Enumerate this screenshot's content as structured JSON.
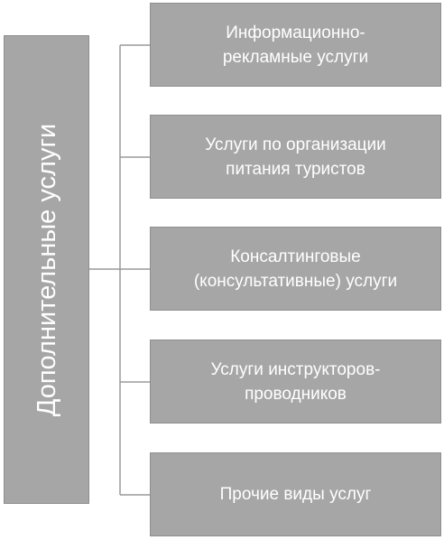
{
  "diagram": {
    "root": {
      "label": "Дополнительные услуги"
    },
    "children": [
      {
        "label": "Информационно-\nрекламные услуги"
      },
      {
        "label": "Услуги по организации\nпитания туристов"
      },
      {
        "label": "Консалтинговые\n(консультативные) услуги"
      },
      {
        "label": "Услуги инструкторов-\nпроводников"
      },
      {
        "label": "Прочие виды услуг"
      }
    ],
    "colors": {
      "box_fill": "#a6a6a6",
      "box_border": "#8f8f8f",
      "text": "#ffffff",
      "connector": "#9a9a9a"
    }
  }
}
